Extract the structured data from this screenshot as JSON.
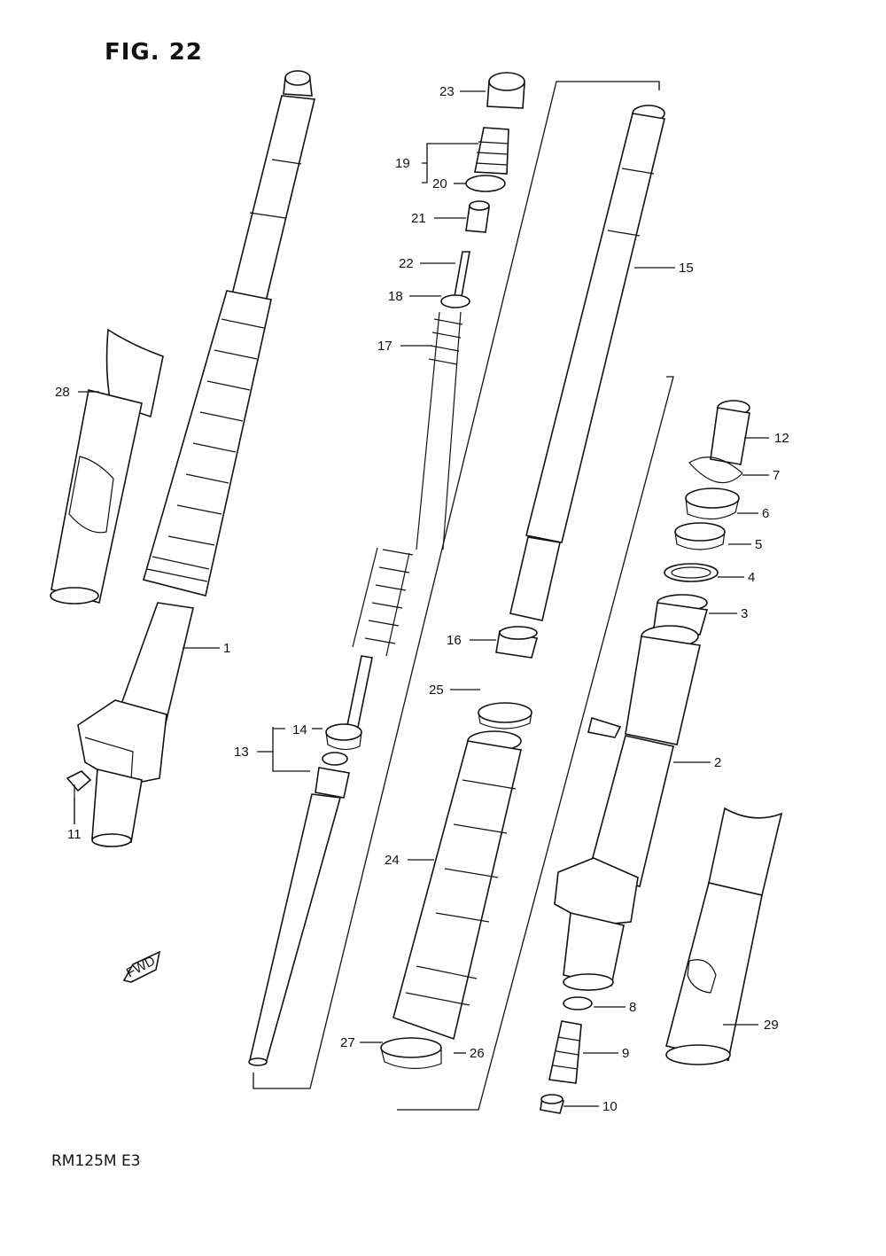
{
  "figure": {
    "title": "FIG. 22",
    "model": "RM125M  E3",
    "fwd_label": "FWD"
  },
  "callouts": [
    "1",
    "2",
    "3",
    "4",
    "5",
    "6",
    "7",
    "8",
    "9",
    "10",
    "11",
    "12",
    "13",
    "14",
    "15",
    "16",
    "17",
    "18",
    "19",
    "20",
    "21",
    "22",
    "23",
    "24",
    "25",
    "26",
    "27",
    "28",
    "29"
  ],
  "parts": [
    {
      "id": "1",
      "icon": "fork-outer-tube-assembly"
    },
    {
      "id": "2",
      "icon": "fork-inner-tube-assembly"
    },
    {
      "id": "3",
      "icon": "bushing"
    },
    {
      "id": "4",
      "icon": "washer"
    },
    {
      "id": "5",
      "icon": "oil-seal"
    },
    {
      "id": "6",
      "icon": "oil-seal"
    },
    {
      "id": "7",
      "icon": "snap-ring"
    },
    {
      "id": "8",
      "icon": "gasket"
    },
    {
      "id": "9",
      "icon": "bolt"
    },
    {
      "id": "10",
      "icon": "cap"
    },
    {
      "id": "11",
      "icon": "bolt"
    },
    {
      "id": "12",
      "icon": "dust-seal"
    },
    {
      "id": "13",
      "icon": "damper-rod"
    },
    {
      "id": "14",
      "icon": "ring"
    },
    {
      "id": "15",
      "icon": "inner-tube"
    },
    {
      "id": "16",
      "icon": "bushing"
    },
    {
      "id": "17",
      "icon": "spring"
    },
    {
      "id": "18",
      "icon": "washer"
    },
    {
      "id": "19",
      "icon": "cap-bolt"
    },
    {
      "id": "20",
      "icon": "o-ring"
    },
    {
      "id": "21",
      "icon": "nut"
    },
    {
      "id": "22",
      "icon": "rod"
    },
    {
      "id": "23",
      "icon": "cap"
    },
    {
      "id": "24",
      "icon": "boot"
    },
    {
      "id": "25",
      "icon": "clamp"
    },
    {
      "id": "26",
      "icon": "screw"
    },
    {
      "id": "27",
      "icon": "clamp"
    },
    {
      "id": "28",
      "icon": "guard"
    },
    {
      "id": "29",
      "icon": "guard"
    }
  ]
}
